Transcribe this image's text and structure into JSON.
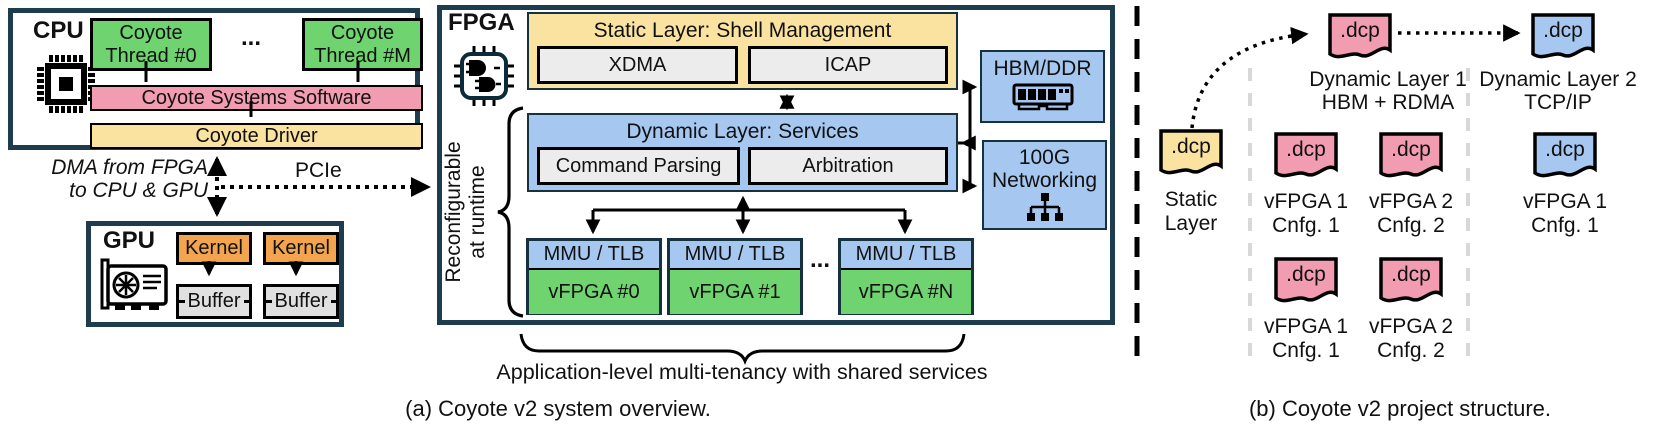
{
  "captions": {
    "a": "(a) Coyote v2 system overview.",
    "b": "(b) Coyote v2 project structure."
  },
  "cpu": {
    "title": "CPU",
    "thread0": "Coyote Thread #0",
    "threadM": "Coyote Thread #M",
    "dots": "...",
    "software": "Coyote Systems Software",
    "driver": "Coyote Driver"
  },
  "links": {
    "dma_line1": "DMA from FPGA",
    "dma_line2": "to CPU & GPU",
    "pcie": "PCIe"
  },
  "gpu": {
    "title": "GPU",
    "kernel1": "Kernel",
    "kernel2": "Kernel",
    "buffer1": "Buffer",
    "buffer2": "Buffer"
  },
  "fpga": {
    "title": "FPGA",
    "side_note_line1": "Reconfigurable",
    "side_note_line2": "at runtime",
    "static_layer": {
      "title": "Static Layer: Shell Management",
      "block1": "XDMA",
      "block2": "ICAP"
    },
    "dynamic_layer": {
      "title": "Dynamic Layer: Services",
      "block1": "Command Parsing",
      "block2": "Arbitration"
    },
    "vfpga1": {
      "header": "MMU / TLB",
      "label": "vFPGA #0"
    },
    "vfpga2": {
      "header": "MMU / TLB",
      "label": "vFPGA #1"
    },
    "vfpga3": {
      "header": "MMU / TLB",
      "label": "vFPGA #N"
    },
    "dots": "...",
    "memory": "HBM/DDR",
    "network_line1": "100G",
    "network_line2": "Networking",
    "brace_note": "Application-level multi-tenancy with shared services"
  },
  "project": {
    "file_label": ".dcp",
    "static_col": {
      "label_line1": "Static",
      "label_line2": "Layer"
    },
    "dyn1": {
      "title_line1": "Dynamic Layer 1",
      "title_line2": "HBM + RDMA",
      "r1c1_line1": "vFPGA 1",
      "r1c1_line2": "Cnfg. 1",
      "r1c2_line1": "vFPGA 2",
      "r1c2_line2": "Cnfg. 2",
      "r2c1_line1": "vFPGA 1",
      "r2c1_line2": "Cnfg. 1",
      "r2c2_line1": "vFPGA 2",
      "r2c2_line2": "Cnfg. 2"
    },
    "dyn2": {
      "title_line1": "Dynamic Layer 2",
      "title_line2": "TCP/IP",
      "r1_line1": "vFPGA 1",
      "r1_line2": "Cnfg. 1"
    }
  },
  "colors": {
    "green": "#6fd36f",
    "pink": "#f19cb0",
    "yellow": "#fae3a1",
    "blue": "#a6c7f0",
    "orange": "#f2a54e",
    "gray": "#ececec",
    "navy": "#1d3c4e"
  }
}
